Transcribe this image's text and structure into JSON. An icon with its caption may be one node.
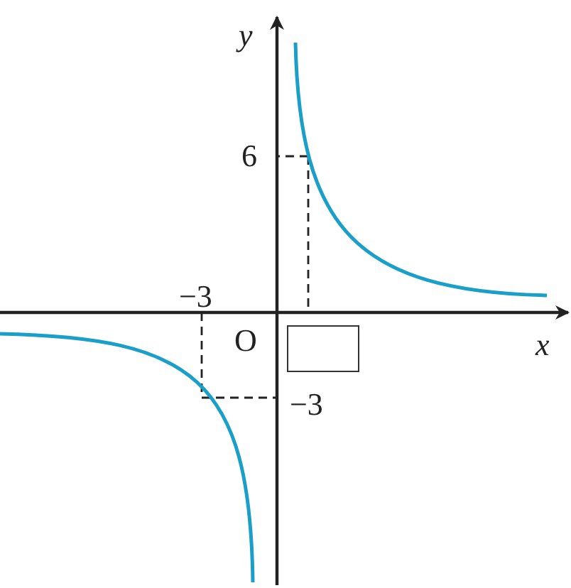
{
  "diagram": {
    "nodes": [
      {
        "text": [],
        "shape": "box"
      }
    ],
    "edges": [],
    "labels": [
      "y",
      "6",
      "−3",
      "O",
      "x",
      "−3"
    ]
  }
}
